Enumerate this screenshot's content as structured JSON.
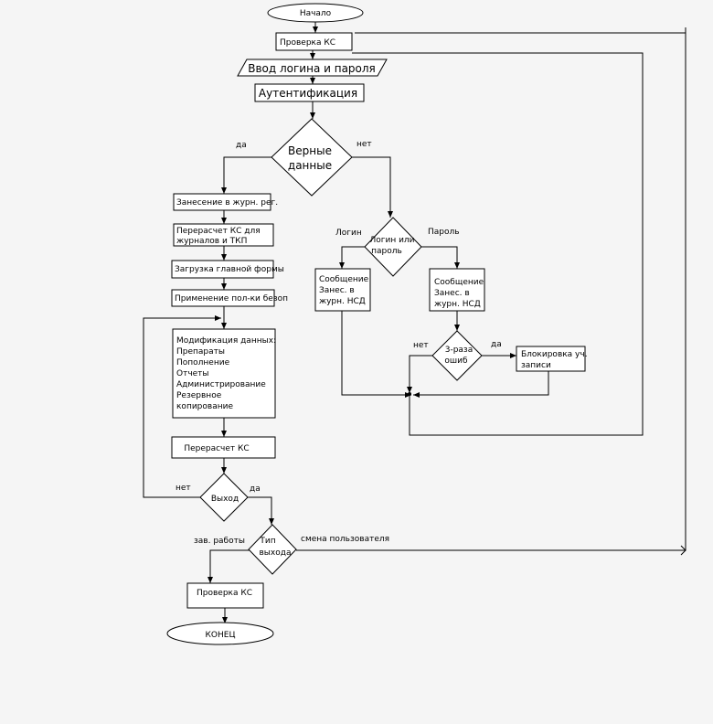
{
  "nodes": {
    "start": "Начало",
    "check_ks": "Проверка КС",
    "login_input": "Ввод логина и пароля",
    "auth": "Аутентификация",
    "valid_data": [
      "Верные",
      "данные"
    ],
    "log_reg": "Занесение в журн. рег.",
    "recalc_ks_journals": [
      "Перерасчет КС для",
      "журналов и ТКП"
    ],
    "load_main_form": "Загрузка  главной формы",
    "apply_policy": "Применение пол-ки безоп",
    "modify_data": [
      "Модификация данных:",
      "Препараты",
      "Пополнение",
      "Отчеты",
      "Администрирование",
      "Резервное",
      "копирование"
    ],
    "recalc_ks": "Перерасчет КС",
    "exit": "Выход",
    "exit_type": [
      "Тип",
      "выхода"
    ],
    "check_ks_end": "Проверка КС",
    "end": "КОНЕЦ",
    "login_or_pass": [
      "Логин или",
      "пароль"
    ],
    "msg_login": [
      "Сообщение",
      "Занес. в",
      "журн. НСД"
    ],
    "msg_pass": [
      "Сообщение",
      "Занес. в",
      "журн. НСД"
    ],
    "three_errors": [
      "3-раза",
      "ошиб"
    ],
    "block_account": [
      "Блокировка уч.",
      "записи"
    ]
  },
  "edge_labels": {
    "yes_valid": "да",
    "no_valid": "нет",
    "login": "Логин",
    "password": "Пароль",
    "no_errors": "нет",
    "yes_errors": "да",
    "no_exit": "нет",
    "yes_exit": "да",
    "shutdown": "зав. работы",
    "change_user": "смена пользователя"
  }
}
